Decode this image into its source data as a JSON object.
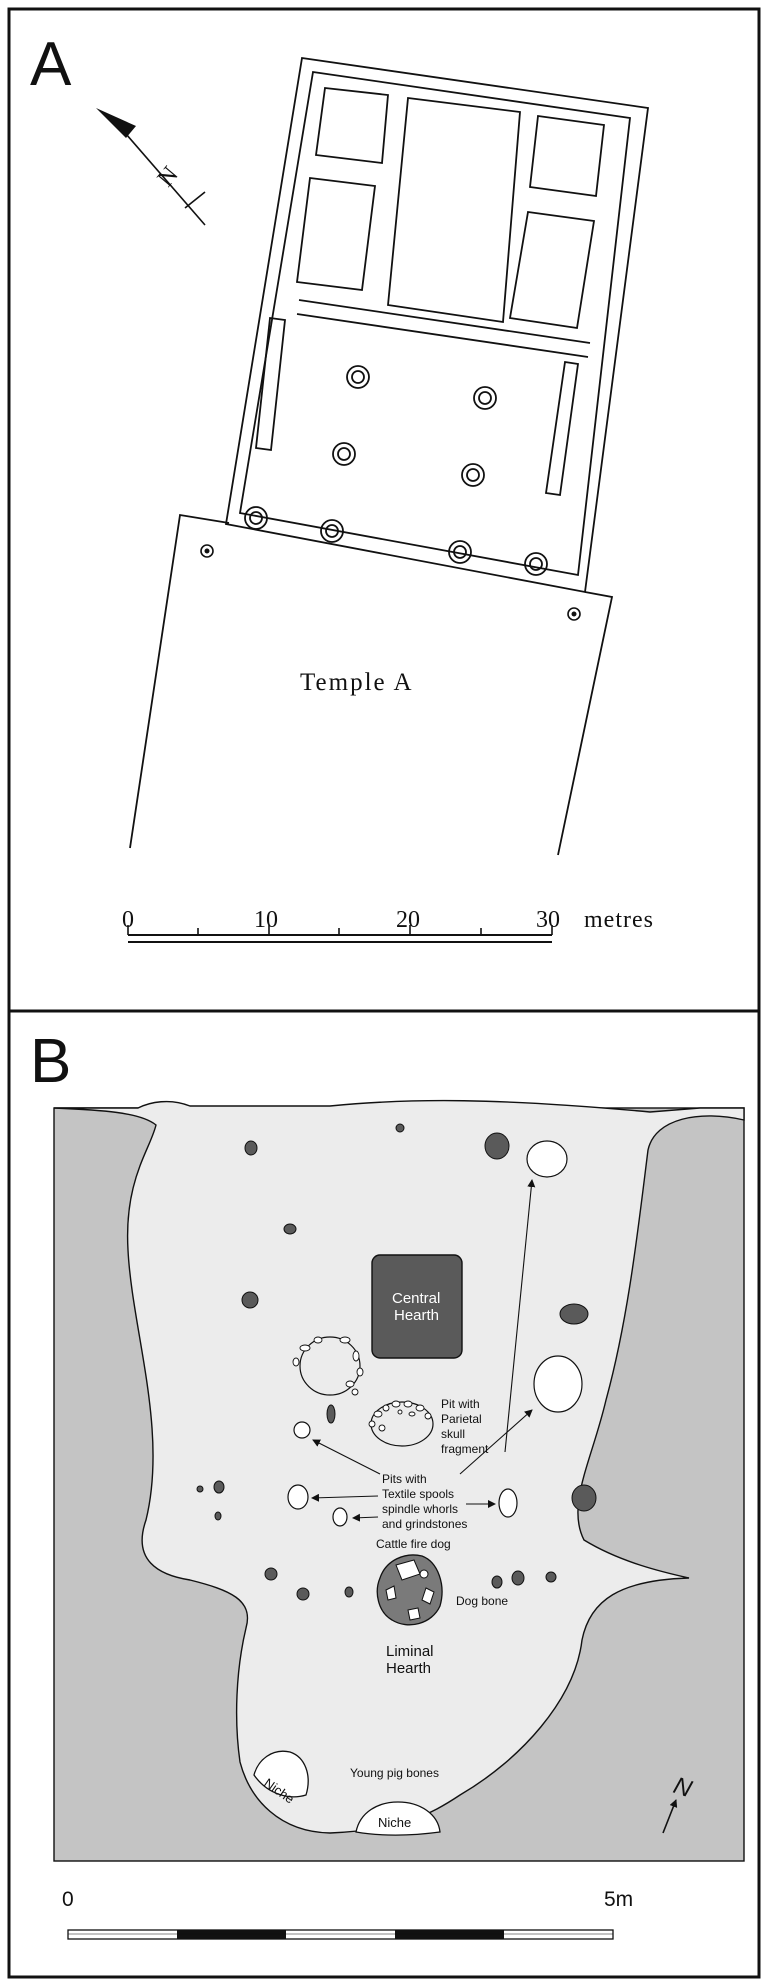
{
  "panels": {
    "a": {
      "letter": "A",
      "north_label": "N",
      "title": "Temple A",
      "scale": {
        "ticks": [
          "0",
          "10",
          "20",
          "30"
        ],
        "unit": "metres"
      }
    },
    "b": {
      "letter": "B",
      "north_label": "N",
      "central_hearth": [
        "Central",
        "Hearth"
      ],
      "liminal_hearth": [
        "Liminal",
        "Hearth"
      ],
      "pit_parietal": [
        "Pit with",
        "Parietal",
        "skull",
        "fragment"
      ],
      "pits_textile": [
        "Pits with",
        "Textile spools",
        "spindle whorls",
        "and grindstones"
      ],
      "cattle_fire_dog": "Cattle fire dog",
      "dog_bone": "Dog bone",
      "young_pig_bones": "Young pig bones",
      "niche_left": "Niche",
      "niche_bottom": "Niche",
      "scale": {
        "start": "0",
        "end": "5m"
      }
    }
  },
  "colors": {
    "outer_fill": "#c4c4c4",
    "floor_fill": "#ececec",
    "dark_feature": "#5a5a5a",
    "line": "#111111"
  }
}
